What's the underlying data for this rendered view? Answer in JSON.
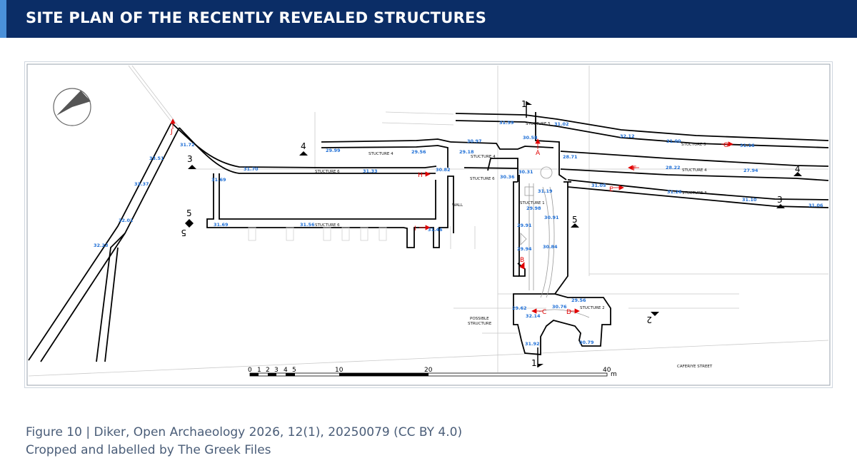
{
  "header": {
    "title": "SITE PLAN OF THE RECENTLY REVEALED STRUCTURES",
    "accent_color": "#4a90d9",
    "background_color": "#0b2d66"
  },
  "plan": {
    "structure_labels": {
      "stucture_4_west": "STUCTURE 4",
      "stucture_4_mid": "STUCTURE 4",
      "stucture_4_east": "STUCTURE 4",
      "stucture_5_top": "STUCTURE 5",
      "stucture_5_east": "STUCTURE 5",
      "stucture_6_upper": "STUCTURE 6",
      "stucture_6_mid": "STUCTURE 6",
      "stucture_6_lower": "STUCTURE 6",
      "stucture_1": "STUCTURE 1",
      "stucture_2": "STUCTURE 2",
      "stucture_3": "STUCTURE 3",
      "wall": "WALL",
      "possible_1": "POSSIBLE",
      "possible_2": "STRUCTURE",
      "street": "CAFERIYE STREET"
    },
    "elevations": {
      "e1": "31.59",
      "e2": "31.02",
      "e3": "30.58",
      "e4": "30.97",
      "e5": "29.18",
      "e6": "29.99",
      "e7": "29.56",
      "e8": "32.12",
      "e9": "31.00",
      "e10": "31.16",
      "e11": "28.71",
      "e12": "28.22",
      "e13": "27.94",
      "e14": "30.31",
      "e15": "30.36",
      "e16": "30.82",
      "e17": "31.33",
      "e18": "31.70",
      "e19": "31.69",
      "e20": "31.72",
      "e21": "33.51",
      "e22": "33.37",
      "e23": "32.01",
      "e24": "32.23",
      "e25": "31.69",
      "e26": "31.56",
      "e27": "31.46",
      "e28": "31.05",
      "e29": "31.26",
      "e30": "31.10",
      "e31": "31.06",
      "e32": "31.19",
      "e33": "29.98",
      "e34": "30.91",
      "e35": "29.91",
      "e36": "29.94",
      "e37": "30.84",
      "e38": "29.56",
      "e39": "29.62",
      "e40": "30.76",
      "e41": "32.14",
      "e42": "31.92",
      "e43": "30.79"
    },
    "viewpoints": [
      "A",
      "B",
      "C",
      "D",
      "E",
      "F",
      "G",
      "H",
      "I",
      "J"
    ],
    "sections": {
      "s1a": "1",
      "s1b": "1",
      "s2": "2",
      "s3w": "3",
      "s3e": "3",
      "s4w": "4",
      "s4e": "4",
      "s5w": "5",
      "s5w2": "5",
      "s5e": "5"
    },
    "scale_bar": {
      "ticks": [
        "0",
        "1",
        "2",
        "3",
        "4",
        "5",
        "10",
        "20",
        "40"
      ],
      "unit": "m"
    },
    "colors": {
      "elevation": "#1f6fd6",
      "viewpoint": "#e10000",
      "wall": "#000000"
    }
  },
  "caption": {
    "line1": "Figure 10 | Diker, Open Archaeology 2026, 12(1), 20250079 (CC BY 4.0)",
    "line2": "Cropped and labelled by The Greek Files"
  }
}
